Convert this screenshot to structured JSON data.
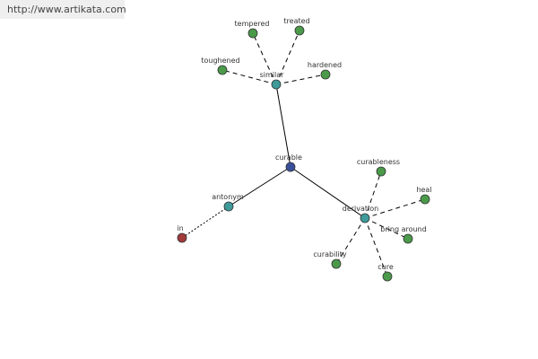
{
  "site_url": "http://www.artikata.com",
  "colors": {
    "center": "#3a4f9a",
    "relation": "#3f9a9a",
    "word": "#4a9a4a",
    "antonym_word": "#a33a3a",
    "edge": "#000000",
    "background": "#ffffff"
  },
  "nodes": [
    {
      "id": "curable",
      "label": "curable",
      "kind": "center"
    },
    {
      "id": "similar",
      "label": "similar",
      "kind": "relation"
    },
    {
      "id": "antonym",
      "label": "antonym",
      "kind": "relation"
    },
    {
      "id": "derivation",
      "label": "derivation",
      "kind": "relation"
    },
    {
      "id": "tempered",
      "label": "tempered",
      "kind": "word"
    },
    {
      "id": "treated",
      "label": "treated",
      "kind": "word"
    },
    {
      "id": "toughened",
      "label": "toughened",
      "kind": "word"
    },
    {
      "id": "hardened",
      "label": "hardened",
      "kind": "word"
    },
    {
      "id": "in",
      "label": "in",
      "kind": "antonym_word"
    },
    {
      "id": "curableness",
      "label": "curableness",
      "kind": "word"
    },
    {
      "id": "heal",
      "label": "heal",
      "kind": "word"
    },
    {
      "id": "bring_around",
      "label": "bring around",
      "kind": "word"
    },
    {
      "id": "curability",
      "label": "curability",
      "kind": "word"
    },
    {
      "id": "cure",
      "label": "cure",
      "kind": "word"
    }
  ],
  "edges": [
    {
      "from": "curable",
      "to": "similar",
      "style": "solid"
    },
    {
      "from": "curable",
      "to": "antonym",
      "style": "solid"
    },
    {
      "from": "curable",
      "to": "derivation",
      "style": "solid"
    },
    {
      "from": "similar",
      "to": "tempered",
      "style": "dashed"
    },
    {
      "from": "similar",
      "to": "treated",
      "style": "dashed"
    },
    {
      "from": "similar",
      "to": "toughened",
      "style": "dashed"
    },
    {
      "from": "similar",
      "to": "hardened",
      "style": "dashed"
    },
    {
      "from": "antonym",
      "to": "in",
      "style": "dotted"
    },
    {
      "from": "derivation",
      "to": "curableness",
      "style": "dashed"
    },
    {
      "from": "derivation",
      "to": "heal",
      "style": "dashed"
    },
    {
      "from": "derivation",
      "to": "bring_around",
      "style": "dashed"
    },
    {
      "from": "derivation",
      "to": "curability",
      "style": "dashed"
    },
    {
      "from": "derivation",
      "to": "cure",
      "style": "dashed"
    }
  ]
}
